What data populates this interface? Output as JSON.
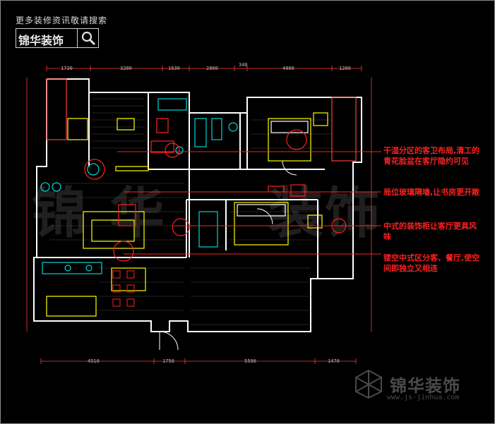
{
  "header": {
    "hint": "更多装修资讯敬请搜索",
    "search_box_text": "锦华装饰"
  },
  "watermark": {
    "brand": "锦华装饰",
    "url": "www.js-jinhua.com",
    "large_text": [
      "锦",
      "华",
      "装",
      "饰"
    ]
  },
  "annotations": [
    "干湿分区的客卫布局,清工的青花脸盆在客厅隐约可见",
    "局位玻璃隔墙,让书房更开敞",
    "中式的装饰柜让客厅更具风味",
    "镂空中式区分客、餐厅,使空间即独立又相连"
  ],
  "dimensions": {
    "top": [
      "1730",
      "3200",
      "1630",
      "2800",
      "340",
      "4000",
      "1200"
    ],
    "bottom": [
      "4510",
      "1750",
      "5590",
      "1470"
    ]
  },
  "colors": {
    "background": "#000000",
    "annotation": "#ff2020",
    "walls": "#ffffff",
    "furniture": "#ffff00",
    "fixtures": "#00ffff",
    "dimension": "#ff3c3c"
  }
}
